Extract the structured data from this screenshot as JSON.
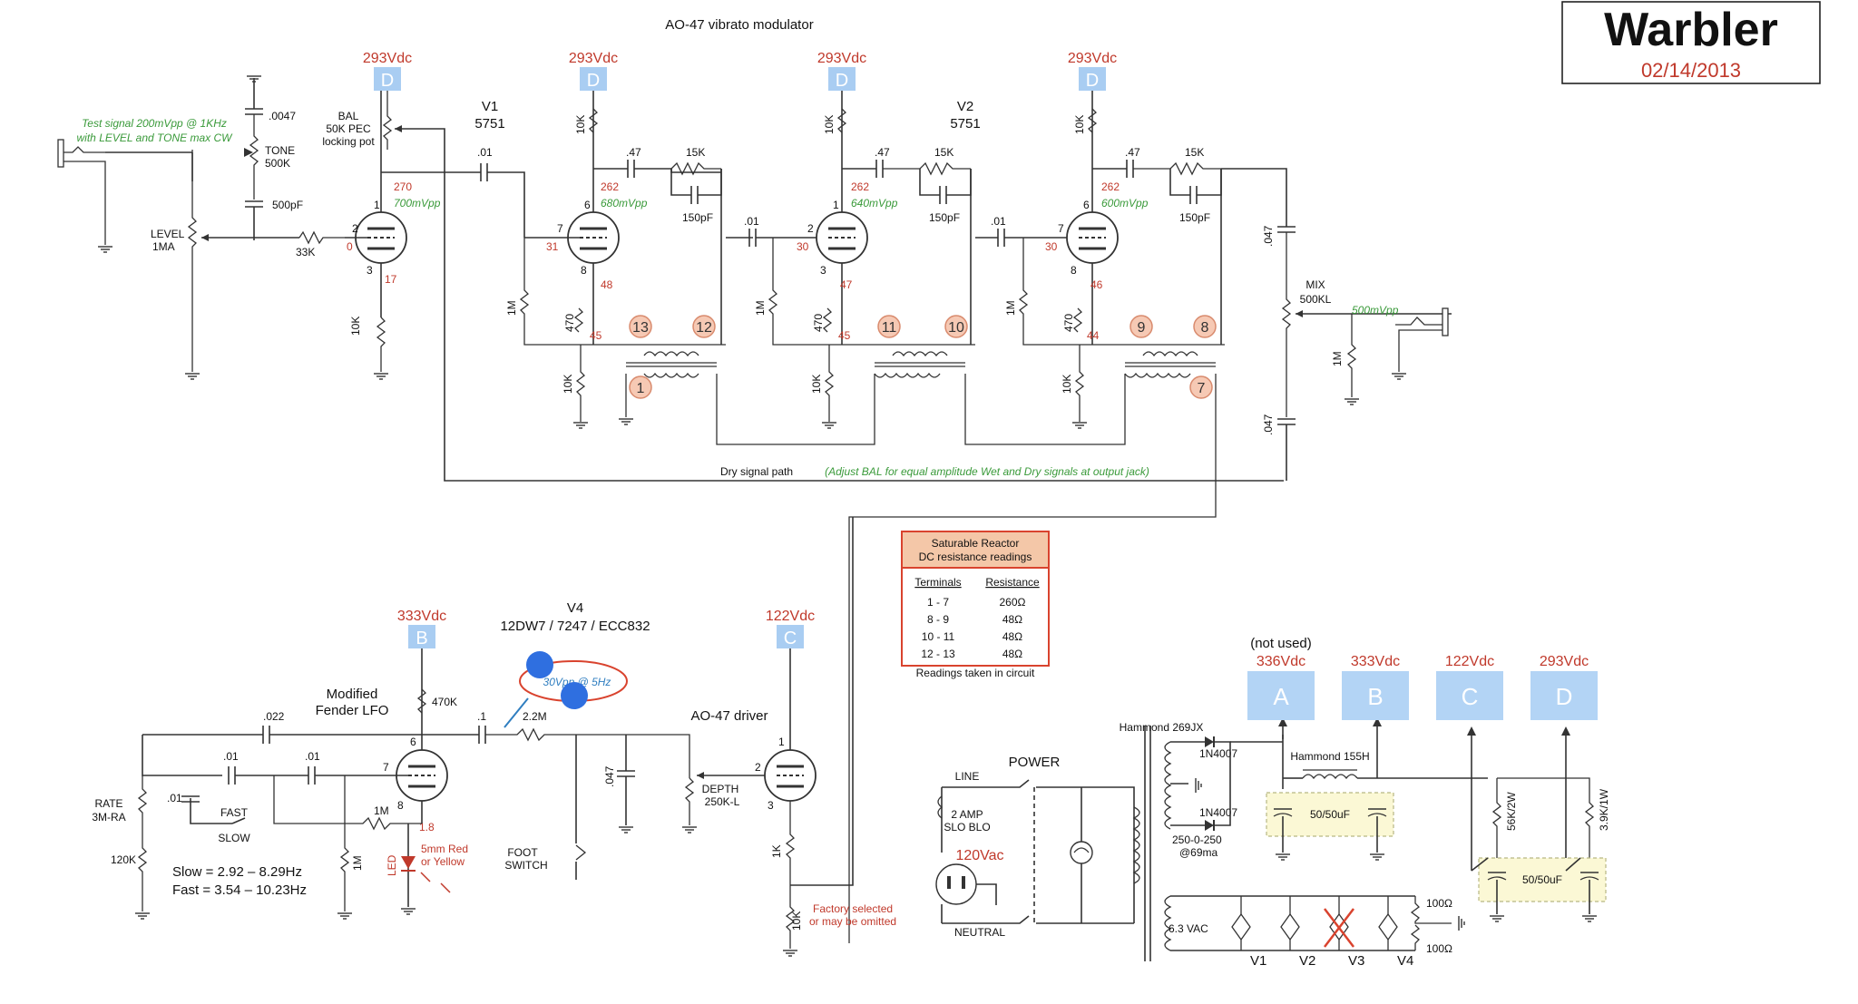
{
  "title": "AO-47 vibrato modulator",
  "brand": {
    "name": "Warbler",
    "date": "02/14/2013"
  },
  "test_signal": {
    "line1": "Test signal 200mVpp @ 1KHz",
    "line2": "with LEVEL and TONE max CW"
  },
  "front_end": {
    "cap1": ".0047",
    "tone": "TONE",
    "tone_value": "500K",
    "cap2": "500pF",
    "level": "LEVEL",
    "level_value": "1MA",
    "r33k": "33K",
    "bal": "BAL",
    "bal_2": "50K PEC",
    "bal_3": "locking pot"
  },
  "tubes": {
    "v1": "V1",
    "v1_type": "5751",
    "v2": "V2",
    "v2_type": "5751",
    "v4": "V4",
    "v4_type": "12DW7 / 7247 / ECC832"
  },
  "supply_badges": [
    {
      "voltage": "293Vdc",
      "letter": "D"
    },
    {
      "voltage": "293Vdc",
      "letter": "D"
    },
    {
      "voltage": "293Vdc",
      "letter": "D"
    },
    {
      "voltage": "293Vdc",
      "letter": "D"
    },
    {
      "voltage": "333Vdc",
      "letter": "B"
    },
    {
      "voltage": "122Vdc",
      "letter": "C"
    }
  ],
  "stage1": {
    "plate": "270",
    "signal": "700mVpp",
    "grid": "0",
    "cathode": "17",
    "rk": "10K",
    "cc": ".01",
    "pin1": "1",
    "pin2": "2",
    "pin3": "3"
  },
  "stage2": {
    "plate": "262",
    "signal": "680mVpp",
    "grid": "31",
    "cathode": "48",
    "node": "45",
    "r1": "10K",
    "r2": "1M",
    "r3": "470",
    "r4": "10K",
    "c1": ".47",
    "c2": "15K",
    "c3": "150pF",
    "pin6": "6",
    "pin7": "7",
    "pin8": "8"
  },
  "stage3": {
    "plate": "262",
    "signal": "640mVpp",
    "grid": "30",
    "cathode": "47",
    "node": "45",
    "r1": "10K",
    "r2": "1M",
    "r3": "470",
    "r4": "10K",
    "c1": ".47",
    "c2": "15K",
    "c3": "150pF",
    "cc": ".01",
    "pin1": "1",
    "pin2": "2",
    "pin3": "3"
  },
  "stage4": {
    "plate": "262",
    "signal": "600mVpp",
    "grid": "30",
    "cathode": "46",
    "node": "44",
    "r1": "10K",
    "r2": "1M",
    "r3": "470",
    "r4": "10K",
    "c1": ".47",
    "c2": "15K",
    "c3": "150pF",
    "cc": ".01",
    "pin6": "6",
    "pin7": "7",
    "pin8": "8"
  },
  "reactor_terminals": [
    "13",
    "12",
    "11",
    "10",
    "9",
    "8",
    "1",
    "7"
  ],
  "output": {
    "c1": ".047",
    "c2": ".047",
    "mix": "MIX",
    "mix_value": "500KL",
    "r1m": "1M",
    "signal": "500mVpp"
  },
  "dry_path": {
    "label": "Dry signal path",
    "note": "(Adjust BAL for equal amplitude Wet and Dry signals at output jack)"
  },
  "reactor_table": {
    "title1": "Saturable Reactor",
    "title2": "DC resistance readings",
    "headers": [
      "Terminals",
      "Resistance"
    ],
    "rows": [
      [
        "1 - 7",
        "260Ω"
      ],
      [
        "8 - 9",
        "48Ω"
      ],
      [
        "10 - 11",
        "48Ω"
      ],
      [
        "12 - 13",
        "48Ω"
      ]
    ],
    "footer": "Readings taken in circuit"
  },
  "lfo": {
    "title1": "Modified",
    "title2": "Fender LFO",
    "c022": ".022",
    "c01a": ".01",
    "c01b": ".01",
    "c01c": ".01",
    "rate": "RATE",
    "rate_value": "3M-RA",
    "r120k": "120K",
    "fast": "FAST",
    "slow": "SLOW",
    "r1m_a": "1M",
    "r1m_b": "1M",
    "r470k": "470K",
    "pin6": "6",
    "pin7": "7",
    "pin8": "8",
    "cathode": "1.8",
    "led": "LED",
    "led_note1": "5mm Red",
    "led_note2": "or Yellow",
    "slow_range": "Slow = 2.92 – 8.29Hz",
    "fast_range": "Fast = 3.54 – 10.23Hz",
    "annotation": "30Vpp @ 5Hz",
    "c1": ".1",
    "r22m": "2.2M",
    "c047": ".047",
    "foot1": "FOOT",
    "foot2": "SWITCH"
  },
  "driver": {
    "title": "AO-47 driver",
    "depth": "DEPTH",
    "depth_value": "250K-L",
    "r1k": "1K",
    "r10k": "10K",
    "note1": "Factory selected",
    "note2": "or may be omitted",
    "pin1": "1",
    "pin2": "2",
    "pin3": "3"
  },
  "power": {
    "title": "POWER",
    "line": "LINE",
    "fuse1": "2 AMP",
    "fuse2": "SLO BLO",
    "mains": "120Vac",
    "neutral": "NEUTRAL",
    "transformer": "Hammond 269JX",
    "d1": "1N4007",
    "d2": "1N4007",
    "hv1": "250-0-250",
    "hv2": "@69ma",
    "choke": "Hammond 155H",
    "cap_a": "50/50uF",
    "cap_b": "50/50uF",
    "r56k": "56K/2W",
    "r39k": "3.9K/1W",
    "heater": "6.3 VAC",
    "hr1": "100Ω",
    "hr2": "100Ω",
    "heater_tubes": [
      "V1",
      "V2",
      "V3",
      "V4"
    ],
    "not_used": "(not used)",
    "rails": [
      {
        "voltage": "336Vdc",
        "letter": "A"
      },
      {
        "voltage": "333Vdc",
        "letter": "B"
      },
      {
        "voltage": "122Vdc",
        "letter": "C"
      },
      {
        "voltage": "293Vdc",
        "letter": "D"
      }
    ]
  },
  "colors": {
    "voltage_red": "#c0392b",
    "badge_blue": "#a9cdf2",
    "note_green": "#3a9a3a",
    "table_fill": "#f4c7a8",
    "table_border": "#d9432e",
    "cap_box": "#fbf8d5"
  }
}
